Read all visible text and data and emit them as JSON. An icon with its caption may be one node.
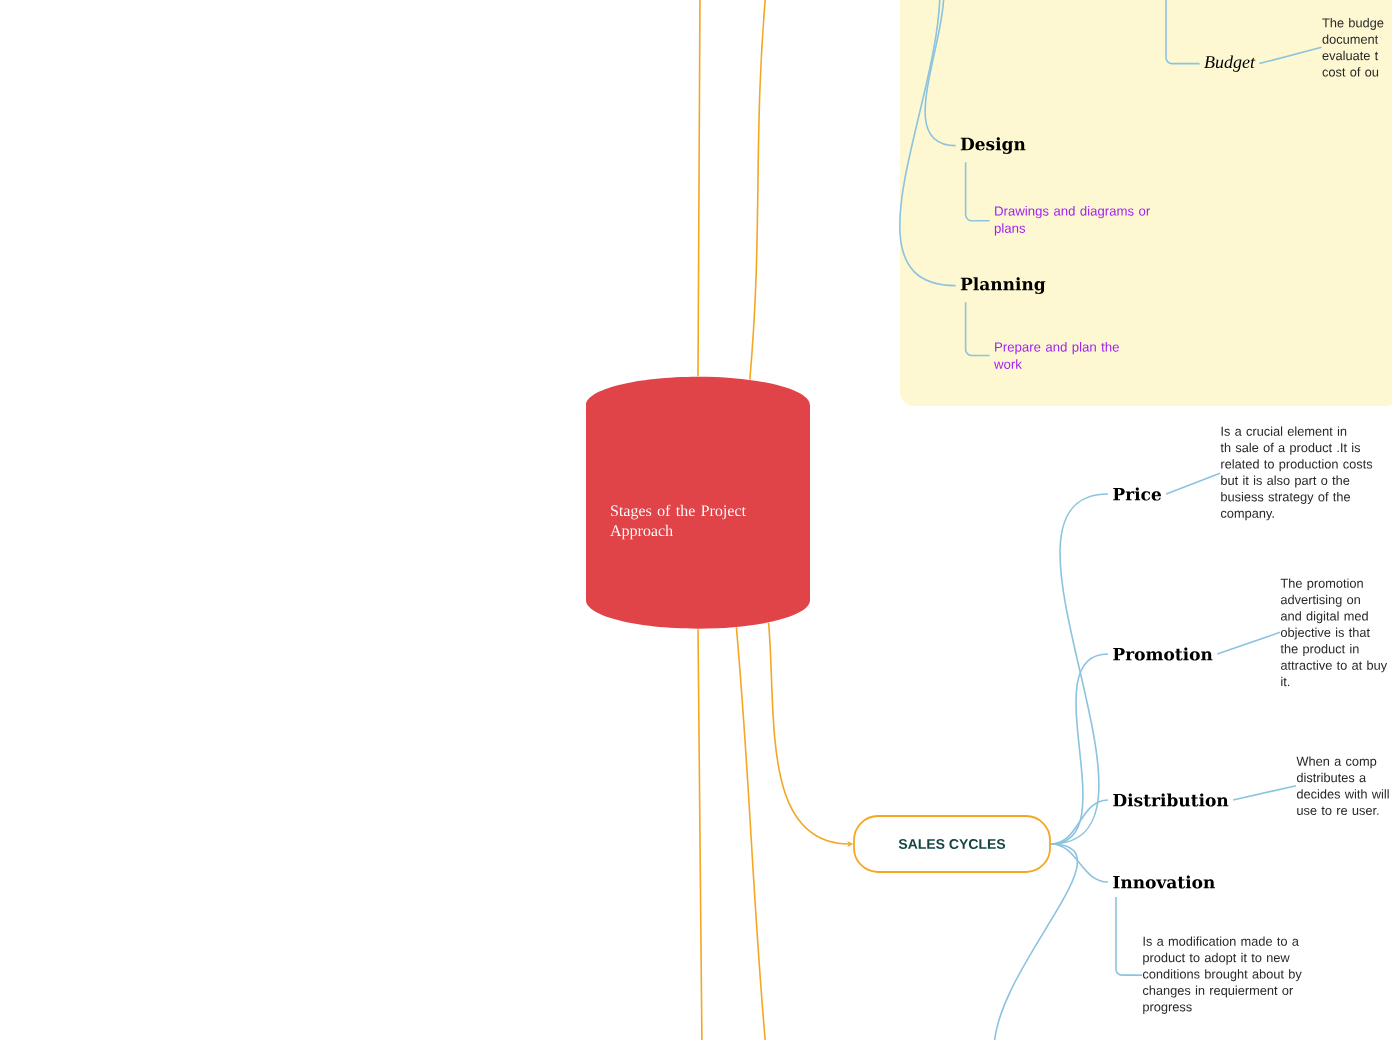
{
  "diagram": {
    "nodes": [
      {
        "text": [
          "Stages of the Project Approach"
        ]
      },
      {
        "text": [],
        "shape": "box"
      },
      {
        "text": [
          "Budget"
        ],
        "in": 1
      },
      {
        "text": [
          "The budge document evaluate t cost of ou"
        ],
        "in": 1
      },
      {
        "text": [
          "Design"
        ],
        "in": 1
      },
      {
        "text": [
          "Drawings and diagrams or plans"
        ],
        "in": 1
      },
      {
        "text": [
          "Planning"
        ],
        "in": 1
      },
      {
        "text": [
          "Prepare and plan the work"
        ],
        "in": 1
      },
      {
        "text": [
          "SALES CYCLES"
        ]
      },
      {
        "text": [
          "Price"
        ]
      },
      {
        "text": [
          "Is a crucial element in th sale of a product .It is related to production costs but it is also part o the busiess strategy of the company."
        ]
      },
      {
        "text": [
          "Promotion"
        ]
      },
      {
        "text": [
          "The promotion advertising on and digital med objective is that the product in attractive to at buy it."
        ]
      },
      {
        "text": [
          "Distribution"
        ]
      },
      {
        "text": [
          "When a comp distributes a decides with will use to re user."
        ]
      },
      {
        "text": [
          "Innovation"
        ]
      },
      {
        "text": [
          "Is a modification made to a product to adopt it to new conditions brought about by changes in requierment or progress"
        ]
      }
    ],
    "edges": [
      {
        "from": 0,
        "to": null,
        "arrow": "none",
        "color": "#f5a623"
      },
      {
        "from": 0,
        "to": null,
        "arrow": "none",
        "color": "#f5a623"
      },
      {
        "from": 0,
        "to": null,
        "arrow": "none",
        "color": "#f5a623"
      },
      {
        "from": 0,
        "to": null,
        "arrow": "none",
        "color": "#f5a623"
      },
      {
        "from": 0,
        "to": 8,
        "arrow": "to",
        "color": "#f5a623"
      },
      {
        "from": null,
        "to": 4,
        "arrow": "none"
      },
      {
        "from": null,
        "to": 6,
        "arrow": "none"
      },
      {
        "from": null,
        "to": 2,
        "arrow": "none"
      },
      {
        "from": 2,
        "to": 3,
        "arrow": "none"
      },
      {
        "from": 4,
        "to": 5,
        "arrow": "none"
      },
      {
        "from": 6,
        "to": 7,
        "arrow": "none"
      },
      {
        "from": 8,
        "to": 9,
        "arrow": "none"
      },
      {
        "from": 8,
        "to": 11,
        "arrow": "none"
      },
      {
        "from": 8,
        "to": 13,
        "arrow": "none"
      },
      {
        "from": 8,
        "to": 15,
        "arrow": "none"
      },
      {
        "from": 8,
        "to": null,
        "arrow": "none"
      },
      {
        "from": 9,
        "to": 10,
        "arrow": "none"
      },
      {
        "from": 11,
        "to": 12,
        "arrow": "none"
      },
      {
        "from": 13,
        "to": 14,
        "arrow": "none"
      },
      {
        "from": 15,
        "to": 16,
        "arrow": "none"
      }
    ]
  }
}
